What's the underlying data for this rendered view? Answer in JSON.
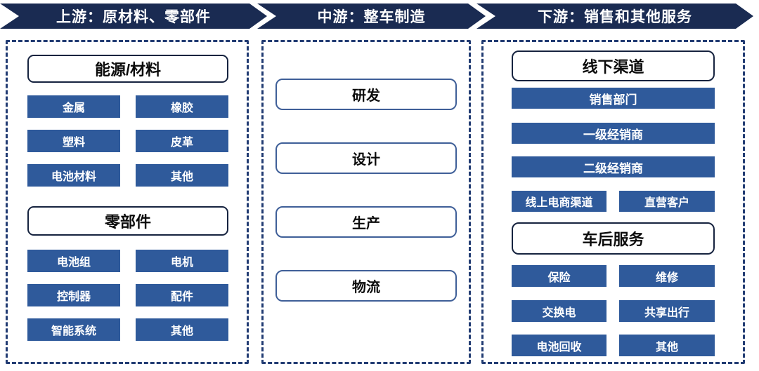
{
  "colors": {
    "arrow_navy": "#1A2B52",
    "item_blue": "#2F5A9B",
    "dash_border": "#223C73",
    "header_border": "#16233F",
    "mid_border": "#3F5F98"
  },
  "pipeline": {
    "stages": [
      {
        "label": "上游：原材料、零部件"
      },
      {
        "label": "中游：整车制造"
      },
      {
        "label": "下游：销售和其他服务"
      }
    ]
  },
  "upstream": {
    "sections": [
      {
        "header": "能源/材料",
        "items": [
          "金属",
          "橡胶",
          "塑料",
          "皮革",
          "电池材料",
          "其他"
        ]
      },
      {
        "header": "零部件",
        "items": [
          "电池组",
          "电机",
          "控制器",
          "配件",
          "智能系统",
          "其他"
        ]
      }
    ]
  },
  "midstream": {
    "items": [
      "研发",
      "设计",
      "生产",
      "物流"
    ]
  },
  "downstream": {
    "sections": [
      {
        "header": "线下渠道",
        "full_items": [
          "销售部门",
          "一级经销商",
          "二级经销商"
        ],
        "pair_items": [
          "线上电商渠道",
          "直营客户"
        ]
      },
      {
        "header": "车后服务",
        "items": [
          "保险",
          "维修",
          "交换电",
          "共享出行",
          "电池回收",
          "其他"
        ]
      }
    ]
  }
}
